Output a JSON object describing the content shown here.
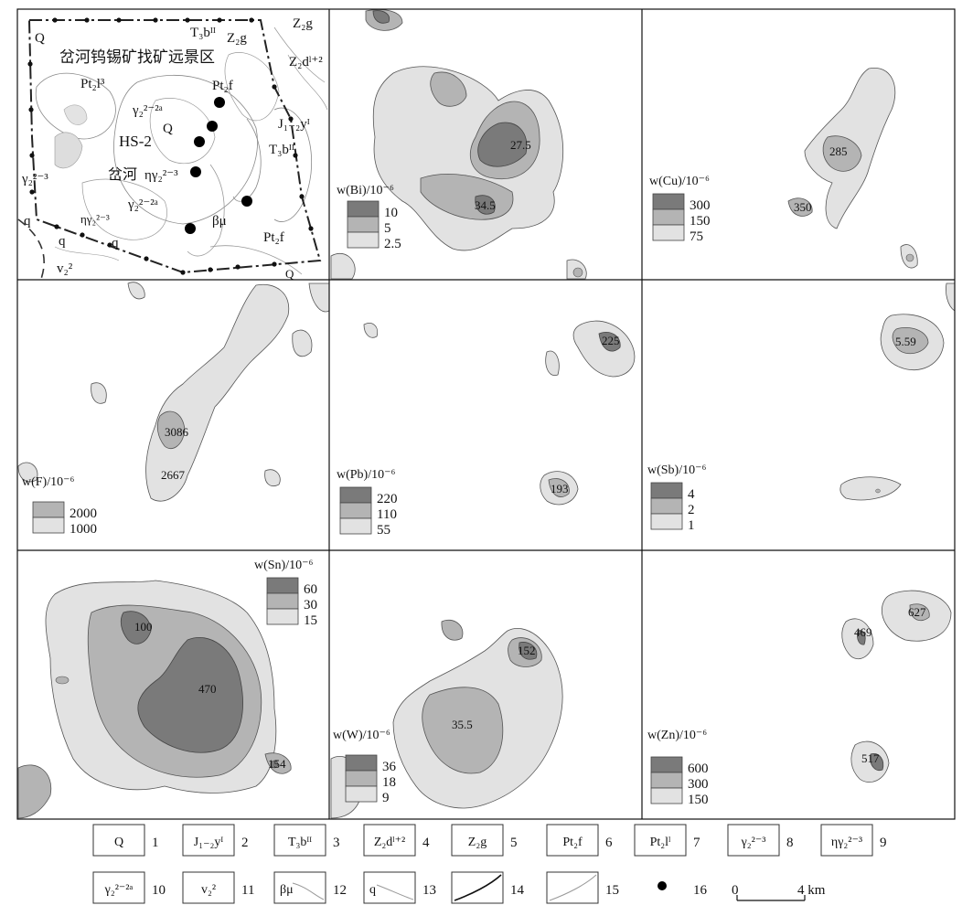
{
  "map_title": "岔河钨锡矿找矿远景区",
  "geo_labels": {
    "q_top": "Q",
    "t3b_top": "T₃bᴵᴵ",
    "z2g_top": "Z₂g",
    "z2g_top2": "Z₂g",
    "z2d_top": "Z₂dˡ⁺²",
    "pt2l3": "Pt₂l³",
    "pt2f_center": "Pt₂f",
    "gamma_2a_a": "γ₂²⁻²ᵃ",
    "q_mid": "Q",
    "hs2": "HS-2",
    "j12y": "J₁₋₂yᴵ",
    "t3b_right": "T₃bᴵᴵ",
    "chahe": "岔河",
    "eta_gamma": "ηγ₂²⁻³",
    "gamma_23_left": "γ₂²⁻³",
    "gamma_2a_b": "γ₂²⁻²ᵃ",
    "beta_mu": "βμ",
    "pt2f_bottom": "Pt₂f",
    "q_lower_left": "q",
    "eta_gamma_small": "ηγ₂²⁻³",
    "q_lower_mid": "q",
    "q_lower_mid2": "q",
    "v22": "v₂²",
    "q_bottom": "Q"
  },
  "panels": [
    {
      "id": "bi",
      "title": "w(Bi)/10⁻⁶",
      "levels": [
        "10",
        "5",
        "2.5"
      ],
      "values": [
        "27.5",
        "34.5"
      ]
    },
    {
      "id": "cu",
      "title": "w(Cu)/10⁻⁶",
      "levels": [
        "300",
        "150",
        "75"
      ],
      "values": [
        "285",
        "350"
      ]
    },
    {
      "id": "f",
      "title": "w(F)/10⁻⁶",
      "levels": [
        "2000",
        "1000"
      ],
      "values": [
        "3086",
        "2667"
      ]
    },
    {
      "id": "pb",
      "title": "w(Pb)/10⁻⁶",
      "levels": [
        "220",
        "110",
        "55"
      ],
      "values": [
        "225",
        "193"
      ]
    },
    {
      "id": "sb",
      "title": "w(Sb)/10⁻⁶",
      "levels": [
        "4",
        "2",
        "1"
      ],
      "values": [
        "5.59"
      ]
    },
    {
      "id": "sn",
      "title": "w(Sn)/10⁻⁶",
      "levels": [
        "60",
        "30",
        "15"
      ],
      "values": [
        "100",
        "470",
        "154"
      ]
    },
    {
      "id": "w",
      "title": "w(W)/10⁻⁶",
      "levels": [
        "36",
        "18",
        "9"
      ],
      "values": [
        "152",
        "35.5"
      ]
    },
    {
      "id": "zn",
      "title": "w(Zn)/10⁻⁶",
      "levels": [
        "600",
        "300",
        "150"
      ],
      "values": [
        "627",
        "469",
        "517"
      ]
    }
  ],
  "legend": [
    {
      "symbol": "Q",
      "num": "1"
    },
    {
      "symbol": "J₁₋₂yᴵ",
      "num": "2"
    },
    {
      "symbol": "T₃bᴵᴵ",
      "num": "3"
    },
    {
      "symbol": "Z₂dˡ⁺²",
      "num": "4"
    },
    {
      "symbol": "Z₂g",
      "num": "5"
    },
    {
      "symbol": "Pt₂f",
      "num": "6"
    },
    {
      "symbol": "Pt₂lˡ",
      "num": "7"
    },
    {
      "symbol": "γ₂²⁻³",
      "num": "8"
    },
    {
      "symbol": "ηγ₂²⁻³",
      "num": "9"
    },
    {
      "symbol": "γ₂²⁻²ᵃ",
      "num": "10"
    },
    {
      "symbol": "v₂²",
      "num": "11"
    },
    {
      "symbol": "βμ",
      "num": "12"
    },
    {
      "symbol": "q",
      "num": "13"
    },
    {
      "symbol": "",
      "num": "14"
    },
    {
      "symbol": "",
      "num": "15"
    },
    {
      "symbol": "",
      "num": "16"
    }
  ],
  "scale": {
    "zero": "0",
    "end": "4 km"
  },
  "colors": {
    "level_high": "#7a7a7a",
    "level_mid": "#b4b4b4",
    "level_low": "#e2e2e2",
    "line": "#333333"
  }
}
